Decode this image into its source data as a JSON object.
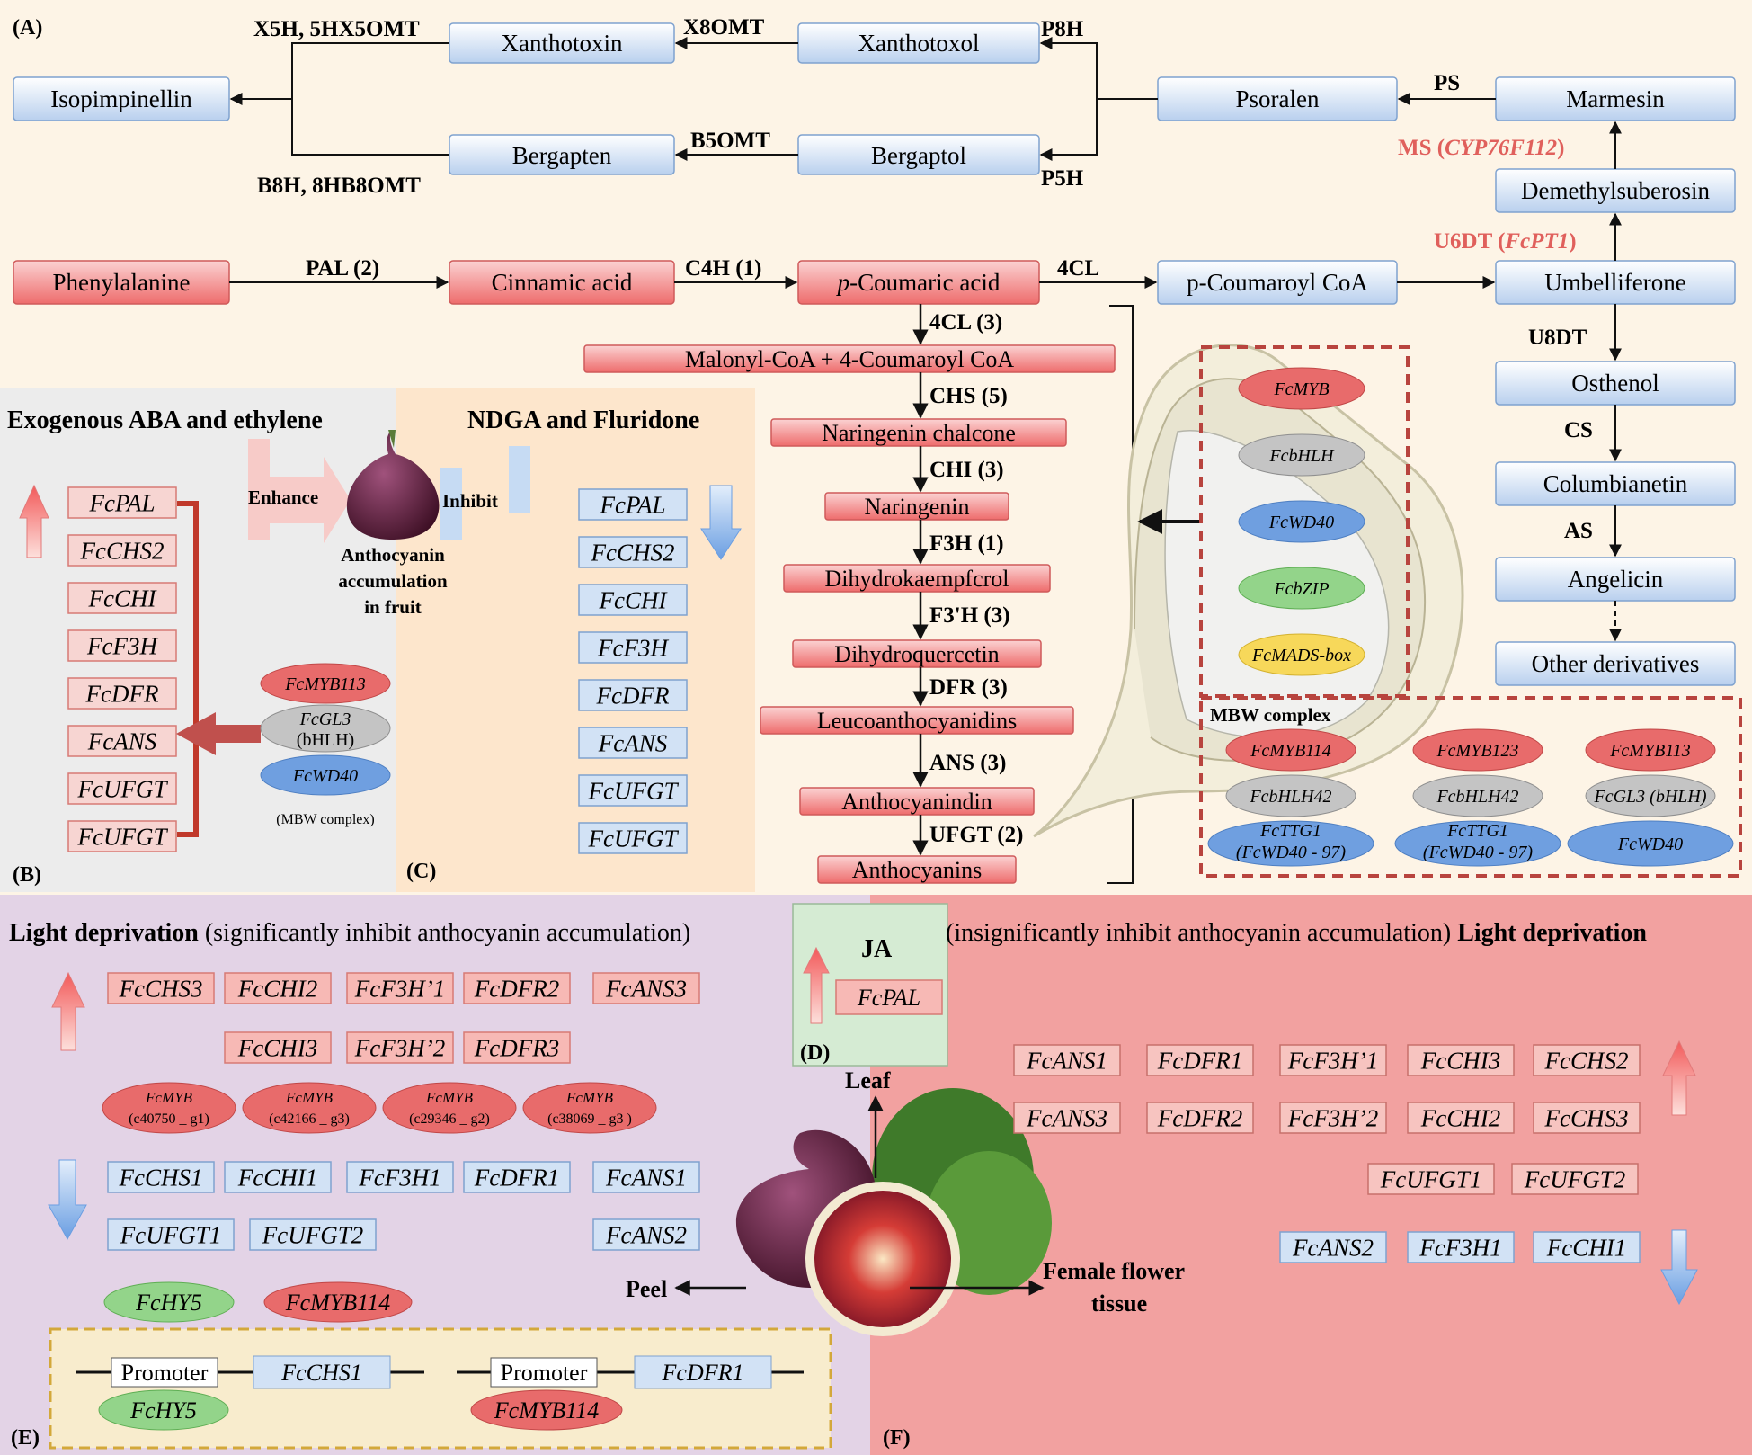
{
  "panel_labels": {
    "a": "(A)",
    "b": "(B)",
    "c": "(C)",
    "d": "(D)",
    "e": "(E)",
    "f": "(F)"
  },
  "colors": {
    "bg_top": "#fdf4e6",
    "bg_b": "#ececec",
    "bg_c": "#fde6cc",
    "bg_d": "#d5ebd3",
    "bg_e": "#e3d3e6",
    "bg_f": "#f2a1a0",
    "red_box": "#f49a9a",
    "blue_box": "#d2e2f5",
    "mbw_red": "#e86b6b",
    "mbw_grey": "#c4c4c4",
    "mbw_blue": "#6f9fe0",
    "green": "#93d48a",
    "yellow": "#f7d85a",
    "dash": "#b8443e",
    "label_red": "#e0605c"
  },
  "panelA": {
    "nodes": {
      "isopimpinellin": "Isopimpinellin",
      "xanthotoxin": "Xanthotoxin",
      "xanthotoxol": "Xanthotoxol",
      "bergapten": "Bergapten",
      "bergaptol": "Bergaptol",
      "psoralen": "Psoralen",
      "marmesin": "Marmesin",
      "demethylsuberosin": "Demethylsuberosin",
      "umbelliferone": "Umbelliferone",
      "osthenol": "Osthenol",
      "columbianetin": "Columbianetin",
      "angelicin": "Angelicin",
      "other": "Other derivatives",
      "pcoumaroylcoa": "p-Coumaroyl CoA"
    },
    "enzymes": {
      "x5h": "X5H, 5HX5OMT",
      "x8omt": "X8OMT",
      "p8h": "P8H",
      "b8h": "B8H, 8HB8OMT",
      "b5omt": "B5OMT",
      "p5h": "P5H",
      "ps": "PS",
      "ms": "MS (",
      "ms_gene": "CYP76F112",
      "ms_close": ")",
      "u6dt": "U6DT (",
      "u6dt_gene": "FcPT1",
      "u6dt_close": ")",
      "u8dt": "U8DT",
      "cs": "CS",
      "as": "AS",
      "fourcl": "4CL"
    }
  },
  "mainpath": {
    "phenylalanine": "Phenylalanine",
    "pal": "PAL (2)",
    "cinnamic": "Cinnamic acid",
    "c4h": "C4H (1)",
    "pcoumaric_p": "p",
    "pcoumaric_rest": "-Coumaric acid",
    "steps": [
      {
        "enzyme": "4CL (3)",
        "product": "Malonyl-CoA + 4-Coumaroyl CoA"
      },
      {
        "enzyme": "CHS (5)",
        "product": "Naringenin chalcone"
      },
      {
        "enzyme": "CHI (3)",
        "product": "Naringenin"
      },
      {
        "enzyme": "F3H (1)",
        "product": "Dihydrokaempfcrol"
      },
      {
        "enzyme": "F3'H (3)",
        "product": "Dihydroquercetin"
      },
      {
        "enzyme": "DFR (3)",
        "product": "Leucoanthocyanidins"
      },
      {
        "enzyme": "ANS (3)",
        "product": "Anthocyanindin"
      },
      {
        "enzyme": "UFGT (2)",
        "product": "Anthocyanins"
      }
    ]
  },
  "panelB": {
    "title": "Exogenous ABA and ethylene",
    "genes": [
      "FcPAL",
      "FcCHS2",
      "FcCHI",
      "FcF3H",
      "FcDFR",
      "FcANS",
      "FcUFGT",
      "FcUFGT"
    ],
    "mbw": [
      "FcMYB113",
      "FcGL3",
      "(bHLH)",
      "FcWD40"
    ],
    "mbw_caption": "(MBW complex)",
    "enhance": "Enhance",
    "inhibit": "Inhibit",
    "fruit_caption": [
      "Anthocyanin",
      "accumulation",
      "in fruit"
    ]
  },
  "panelC": {
    "title": "NDGA and Fluridone",
    "genes": [
      "FcPAL",
      "FcCHS2",
      "FcCHI",
      "FcF3H",
      "FcDFR",
      "FcANS",
      "FcUFGT",
      "FcUFGT"
    ]
  },
  "tfs": {
    "list": [
      "FcMYB",
      "FcbHLH",
      "FcWD40",
      "FcbZIP",
      "FcMADS-box"
    ],
    "mbw_title": "MBW complex",
    "mbw1": [
      "FcMYB114",
      "FcbHLH42",
      "FcTTG1",
      "(FcWD40 - 97)"
    ],
    "mbw2": [
      "FcMYB123",
      "FcbHLH42",
      "FcTTG1",
      "(FcWD40 - 97)"
    ],
    "mbw3": [
      "FcMYB113",
      "FcGL3 (bHLH)",
      "FcWD40"
    ]
  },
  "panelE": {
    "title_bold": "Light deprivation",
    "title_rest": " (significantly inhibit anthocyanin accumulation)",
    "up_row1": [
      "FcCHS3",
      "FcCHI2",
      "FcF3H’1",
      "FcDFR2",
      "FcANS3"
    ],
    "up_row2": [
      "FcCHI3",
      "FcF3H’2",
      "FcDFR3"
    ],
    "myb_top": "FcMYB",
    "mybs": [
      "(c40750 _ g1)",
      "(c42166 _ g3)",
      "(c29346 _ g2)",
      "(c38069 _ g3 )"
    ],
    "down_row1": [
      "FcCHS1",
      "FcCHI1",
      "FcF3H1",
      "FcDFR1",
      "FcANS1"
    ],
    "down_row2": [
      "FcUFGT1",
      "FcUFGT2",
      "FcANS2"
    ],
    "hy5": "FcHY5",
    "myb114": "FcMYB114",
    "promoter": "Promoter",
    "chs1": "FcCHS1",
    "dfr1": "FcDFR1"
  },
  "panelD": {
    "title": "JA",
    "gene": "FcPAL"
  },
  "fruit_labels": {
    "leaf": "Leaf",
    "peel": "Peel",
    "female1": "Female flower",
    "female2": "tissue"
  },
  "panelF": {
    "title_rest": "(insignificantly inhibit anthocyanin accumulation) ",
    "title_bold": "Light deprivation",
    "up_row1": [
      "FcANS1",
      "FcDFR1",
      "FcF3H’1",
      "FcCHI3",
      "FcCHS2"
    ],
    "up_row2": [
      "FcANS3",
      "FcDFR2",
      "FcF3H’2",
      "FcCHI2",
      "FcCHS3"
    ],
    "up_row3": [
      "FcUFGT1",
      "FcUFGT2"
    ],
    "down_row": [
      "FcANS2",
      "FcF3H1",
      "FcCHI1"
    ]
  }
}
